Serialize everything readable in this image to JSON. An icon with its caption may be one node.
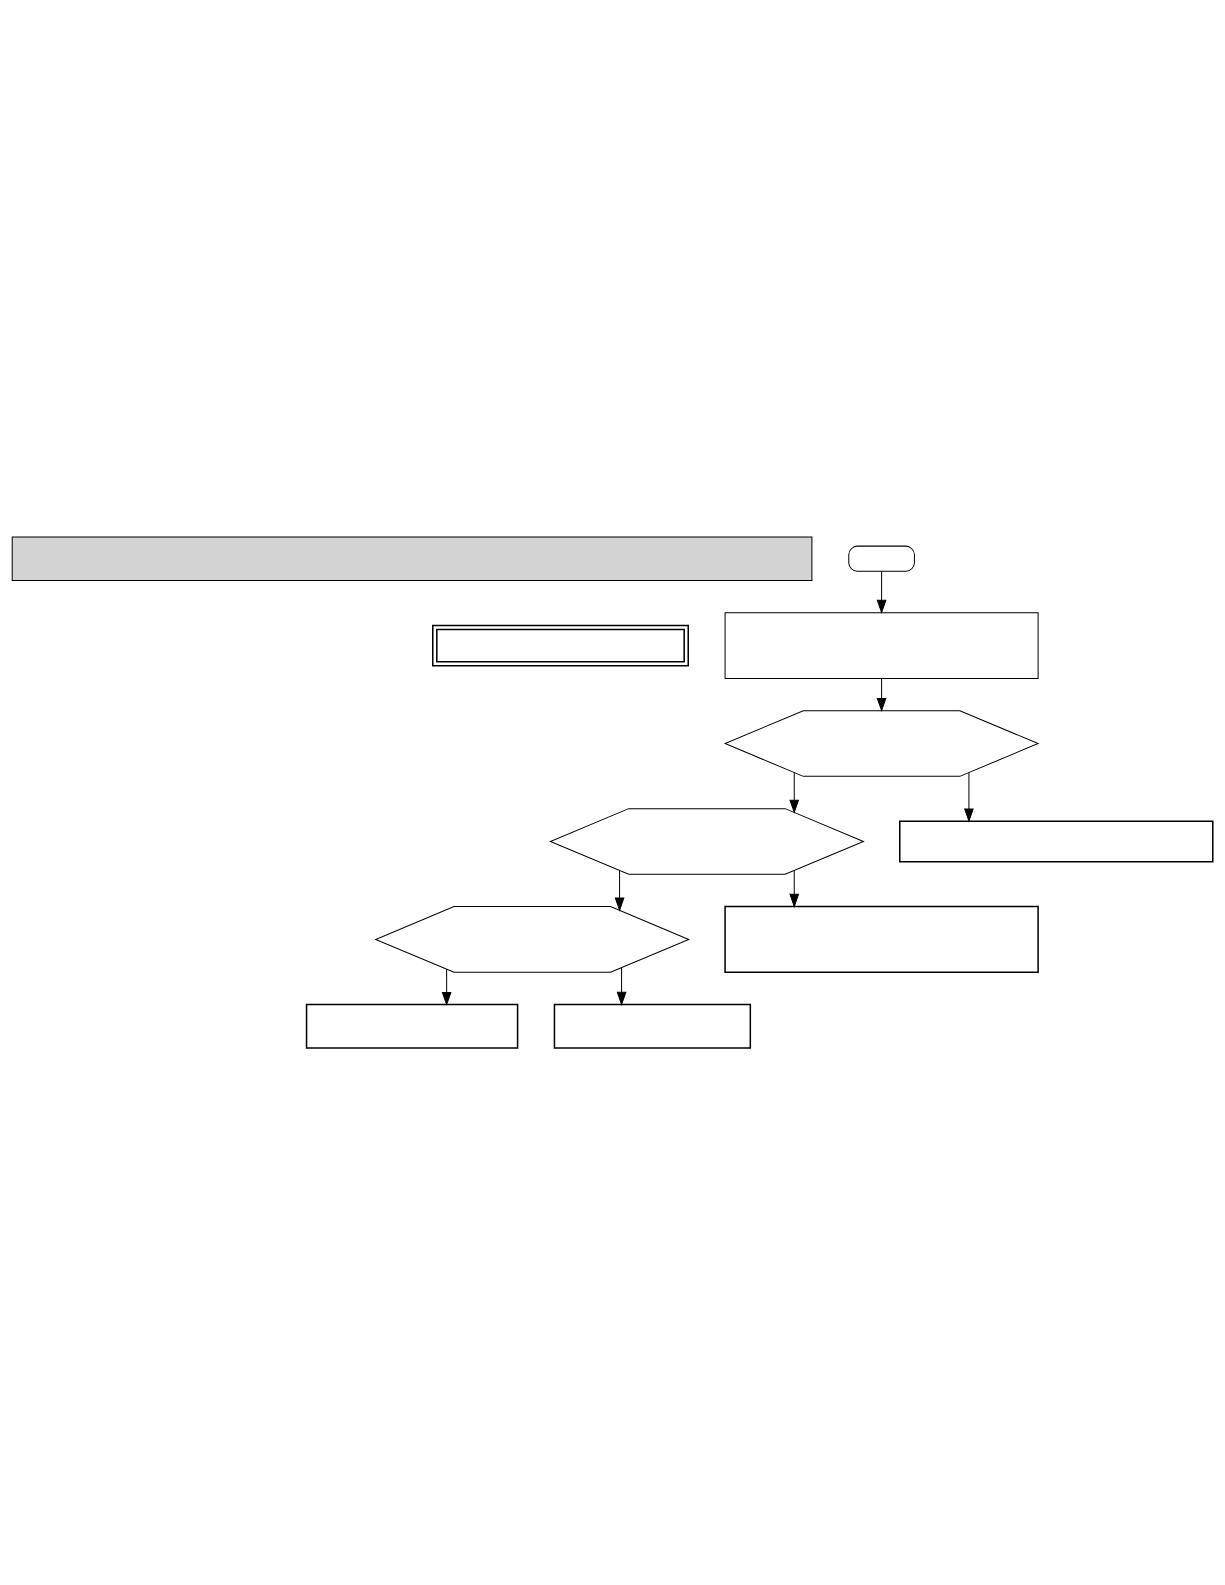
{
  "diagram": {
    "nodes": [
      {
        "text": [],
        "shape": "bar"
      },
      {
        "text": [],
        "shape": "box"
      },
      {
        "text": [],
        "shape": "oval"
      },
      {
        "text": [],
        "shape": "box"
      },
      {
        "text": [],
        "shape": "hexagon"
      },
      {
        "text": [],
        "shape": "hexagon"
      },
      {
        "text": [],
        "shape": "box"
      },
      {
        "text": [],
        "shape": "hexagon"
      },
      {
        "text": [],
        "shape": "box"
      },
      {
        "text": [],
        "shape": "box"
      },
      {
        "text": [],
        "shape": "box"
      }
    ],
    "edges": [
      {
        "from": 2,
        "to": 3,
        "arrow": "to"
      },
      {
        "from": 3,
        "to": 4,
        "arrow": "to"
      },
      {
        "from": 4,
        "to": 5,
        "arrow": "to"
      },
      {
        "from": 4,
        "to": 6,
        "arrow": "to"
      },
      {
        "from": 5,
        "to": 8,
        "arrow": "to"
      },
      {
        "from": 5,
        "to": 7,
        "arrow": "to"
      },
      {
        "from": 7,
        "to": 9,
        "arrow": "to"
      },
      {
        "from": 7,
        "to": 10,
        "arrow": "to"
      }
    ]
  }
}
